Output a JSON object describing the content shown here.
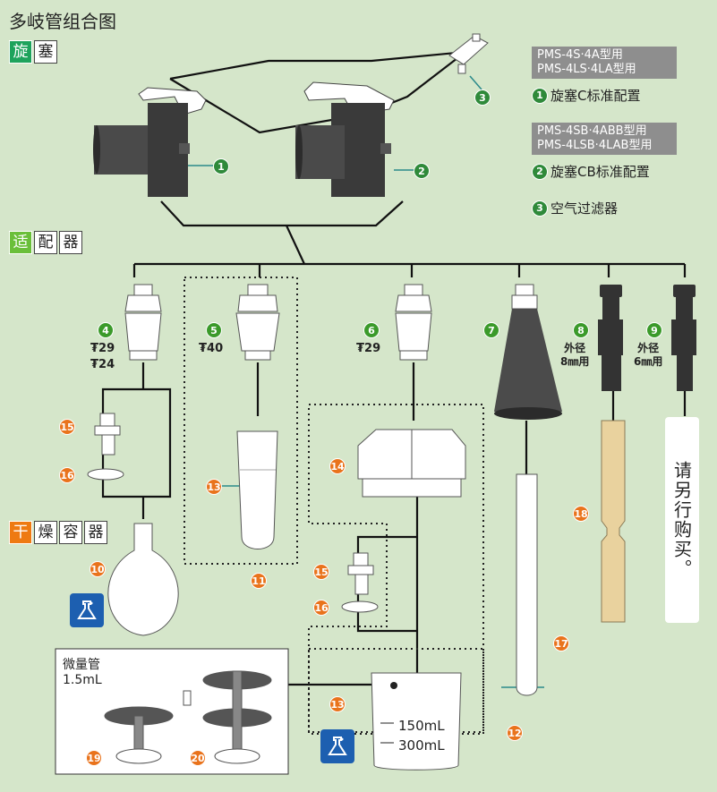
{
  "title": "多岐管组合图",
  "sections": {
    "stopcock": [
      "旋",
      "塞"
    ],
    "adapter": [
      "适",
      "配",
      "器"
    ],
    "dryer": [
      "干",
      "燥",
      "容",
      "器"
    ]
  },
  "info": {
    "box1": [
      "PMS-4S·4A型用",
      "PMS-4LS·4LA型用"
    ],
    "note1": "旋塞C标准配置",
    "box2": [
      "PMS-4SB·4ABB型用",
      "PMS-4LSB·4LAB型用"
    ],
    "note2": "旋塞CB标准配置",
    "note3": "空气过滤器"
  },
  "badges": {
    "n1": "1",
    "n2": "2",
    "n3": "3",
    "n4": "4",
    "n5": "5",
    "n6": "6",
    "n7": "7",
    "n8": "8",
    "n9": "9",
    "n10": "10",
    "n11": "11",
    "n12": "12",
    "n13": "13",
    "n14": "14",
    "n15": "15",
    "n16": "16",
    "n17": "17",
    "n18": "18",
    "n19": "19",
    "n20": "20"
  },
  "joints": {
    "j4a": "₮29",
    "j4b": "₮24",
    "j5": "₮40",
    "j6": "₮29"
  },
  "outer": {
    "d8": [
      "外径",
      "8㎜用"
    ],
    "d9": [
      "外径",
      "6㎜用"
    ]
  },
  "buy_note": "请另行购买。",
  "microtube": [
    "微量管",
    "1.5mL"
  ],
  "volumes": [
    "150mL",
    "300mL"
  ]
}
